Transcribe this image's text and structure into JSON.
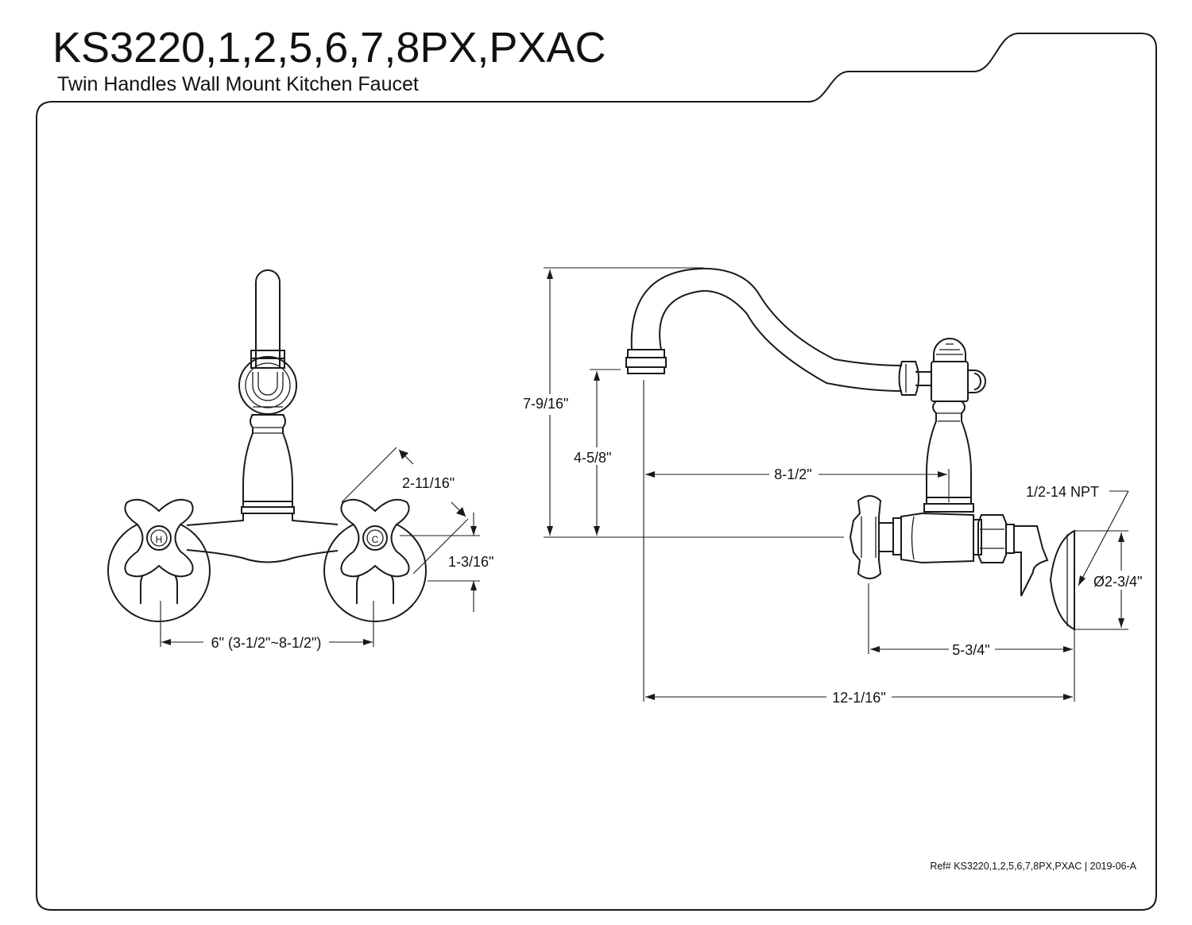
{
  "header": {
    "title": "KS3220,1,2,5,6,7,8PX,PXAC",
    "subtitle": "Twin Handles Wall Mount Kitchen Faucet"
  },
  "front_view": {
    "handle_left_mark": "H",
    "handle_right_mark": "C",
    "dim_handle_size": "2-11/16\"",
    "dim_handle_offset": "1-3/16\"",
    "dim_centers": "6\" (3-1/2\"~8-1/2\")"
  },
  "side_view": {
    "dim_total_height": "7-9/16\"",
    "dim_spout_height": "4-5/8\"",
    "dim_spout_reach": "8-1/2\"",
    "dim_connection": "1/2-14 NPT",
    "dim_flange_diameter": "Ø2-3/4\"",
    "dim_handle_to_wall": "5-3/4\"",
    "dim_total_depth": "12-1/16\""
  },
  "footer": {
    "reference": "Ref# KS3220,1,2,5,6,7,8PX,PXAC | 2019-06-A"
  }
}
